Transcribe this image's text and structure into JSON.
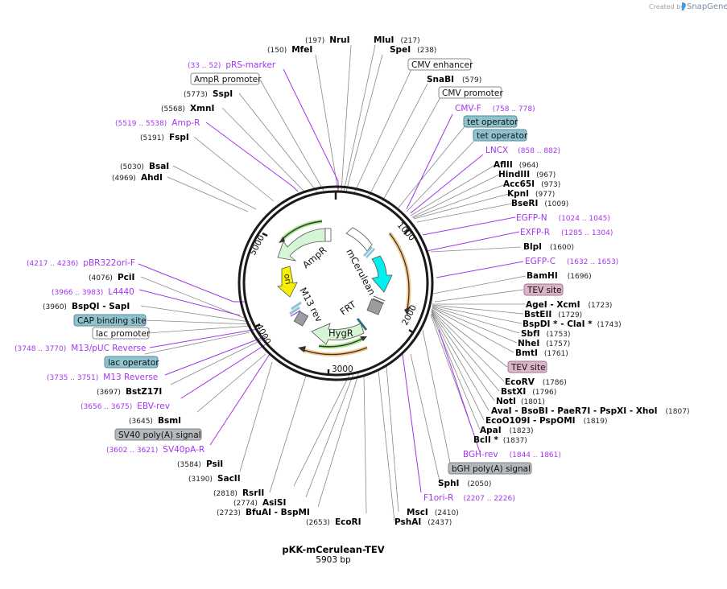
{
  "plasmid": {
    "name": "pKK-mCerulean-TEV",
    "length_label": "5903 bp",
    "length_bp": 5903
  },
  "credit": {
    "prefix": "Created by",
    "brand": "SnapGene"
  },
  "ticks": [
    "1000",
    "2000",
    "3000",
    "4000",
    "5000"
  ],
  "inner_features": {
    "ampr": "AmpR",
    "ori": "ori",
    "m13rev": "M13 rev",
    "mcerulean": "mCerulean",
    "frt": "FRT",
    "hygr": "HygR"
  },
  "enzymes": [
    {
      "name": "MfeI",
      "pos": "(150)"
    },
    {
      "name": "NruI",
      "pos": "(197)"
    },
    {
      "name": "MluI",
      "pos": "(217)"
    },
    {
      "name": "SpeI",
      "pos": "(238)"
    },
    {
      "name": "SnaBI",
      "pos": "(579)"
    },
    {
      "name": "AflII",
      "pos": "(964)"
    },
    {
      "name": "HindIII",
      "pos": "(967)"
    },
    {
      "name": "Acc65I",
      "pos": "(973)"
    },
    {
      "name": "KpnI",
      "pos": "(977)"
    },
    {
      "name": "BseRI",
      "pos": "(1009)"
    },
    {
      "name": "BlpI",
      "pos": "(1600)"
    },
    {
      "name": "BamHI",
      "pos": "(1696)"
    },
    {
      "name": "AgeI   - XcmI",
      "pos": "(1723)"
    },
    {
      "name": "BstEII",
      "pos": "(1729)"
    },
    {
      "name": "BspDI *  - ClaI *",
      "pos": "(1743)"
    },
    {
      "name": "SbfI",
      "pos": "(1753)"
    },
    {
      "name": "NheI",
      "pos": "(1757)"
    },
    {
      "name": "BmtI",
      "pos": "(1761)"
    },
    {
      "name": "EcoRV",
      "pos": "(1786)"
    },
    {
      "name": "BstXI",
      "pos": "(1796)"
    },
    {
      "name": "NotI",
      "pos": "(1801)"
    },
    {
      "name": "AvaI   - BsoBI   - PaeR7I   - PspXI   - XhoI",
      "pos": "(1807)"
    },
    {
      "name": "EcoO109I   - PspOMI",
      "pos": "(1819)"
    },
    {
      "name": "ApaI",
      "pos": "(1823)"
    },
    {
      "name": "BclI *",
      "pos": "(1837)"
    },
    {
      "name": "SphI",
      "pos": "(2050)"
    },
    {
      "name": "MscI",
      "pos": "(2410)"
    },
    {
      "name": "PshAI",
      "pos": "(2437)"
    },
    {
      "name": "EcoRI",
      "pos": "(2653)"
    },
    {
      "name": "BfuAI   - BspMI",
      "pos": "(2723)"
    },
    {
      "name": "AsiSI",
      "pos": "(2774)"
    },
    {
      "name": "RsrII",
      "pos": "(2818)"
    },
    {
      "name": "SacII",
      "pos": "(3190)"
    },
    {
      "name": "PsiI",
      "pos": "(3584)"
    },
    {
      "name": "BsmI",
      "pos": "(3645)"
    },
    {
      "name": "BstZ17I",
      "pos": "(3697)"
    },
    {
      "name": "BspQI   - SapI",
      "pos": "(3960)"
    },
    {
      "name": "PciI",
      "pos": "(4076)"
    },
    {
      "name": "AhdI",
      "pos": "(4969)"
    },
    {
      "name": "BsaI",
      "pos": "(5030)"
    },
    {
      "name": "FspI",
      "pos": "(5191)"
    },
    {
      "name": "XmnI",
      "pos": "(5568)"
    },
    {
      "name": "SspI",
      "pos": "(5773)"
    }
  ],
  "primers": [
    {
      "name": "pRS-marker",
      "pos": "(33 .. 52)"
    },
    {
      "name": "CMV-F",
      "pos": "(758 .. 778)"
    },
    {
      "name": "LNCX",
      "pos": "(858 .. 882)"
    },
    {
      "name": "EGFP-N",
      "pos": "(1024 .. 1045)"
    },
    {
      "name": "EXFP-R",
      "pos": "(1285 .. 1304)"
    },
    {
      "name": "EGFP-C",
      "pos": "(1632 .. 1653)"
    },
    {
      "name": "BGH-rev",
      "pos": "(1844 .. 1861)"
    },
    {
      "name": "F1ori-R",
      "pos": "(2207 .. 2226)"
    },
    {
      "name": "SV40pA-R",
      "pos": "(3602 .. 3621)"
    },
    {
      "name": "EBV-rev",
      "pos": "(3656 .. 3675)"
    },
    {
      "name": "M13 Reverse",
      "pos": "(3735 .. 3751)"
    },
    {
      "name": "M13/pUC Reverse",
      "pos": "(3748 .. 3770)"
    },
    {
      "name": "L4440",
      "pos": "(3966 .. 3983)"
    },
    {
      "name": "pBR322ori-F",
      "pos": "(4217 .. 4236)"
    },
    {
      "name": "Amp-R",
      "pos": "(5519 .. 5538)"
    }
  ],
  "boxed_features": [
    {
      "label": "AmpR promoter",
      "style": "white"
    },
    {
      "label": "CMV enhancer",
      "style": "white"
    },
    {
      "label": "CMV promoter",
      "style": "white"
    },
    {
      "label": "tet operator",
      "style": "teal"
    },
    {
      "label": "tet operator",
      "style": "teal"
    },
    {
      "label": "TEV site",
      "style": "pink"
    },
    {
      "label": "TEV site",
      "style": "pink"
    },
    {
      "label": "bGH poly(A) signal",
      "style": "gray"
    },
    {
      "label": "SV40 poly(A) signal",
      "style": "gray"
    },
    {
      "label": "lac operator",
      "style": "teal"
    },
    {
      "label": "lac promoter",
      "style": "white"
    },
    {
      "label": "CAP binding site",
      "style": "teal"
    }
  ],
  "colors": {
    "primer": "#a335ee",
    "backbone": "#1a1a1a",
    "ampr_fill": "#d6f5d6",
    "hygr_fill": "#d6f5d6",
    "mcerulean_fill": "#00f0f0",
    "ori_fill": "#f8f000",
    "orf_orange": "#f5c98a",
    "orf_green": "#a8e88a",
    "teal_box": "#8ec3cf",
    "pink_box": "#dcb4c8",
    "gray_box": "#b5b8bb"
  }
}
